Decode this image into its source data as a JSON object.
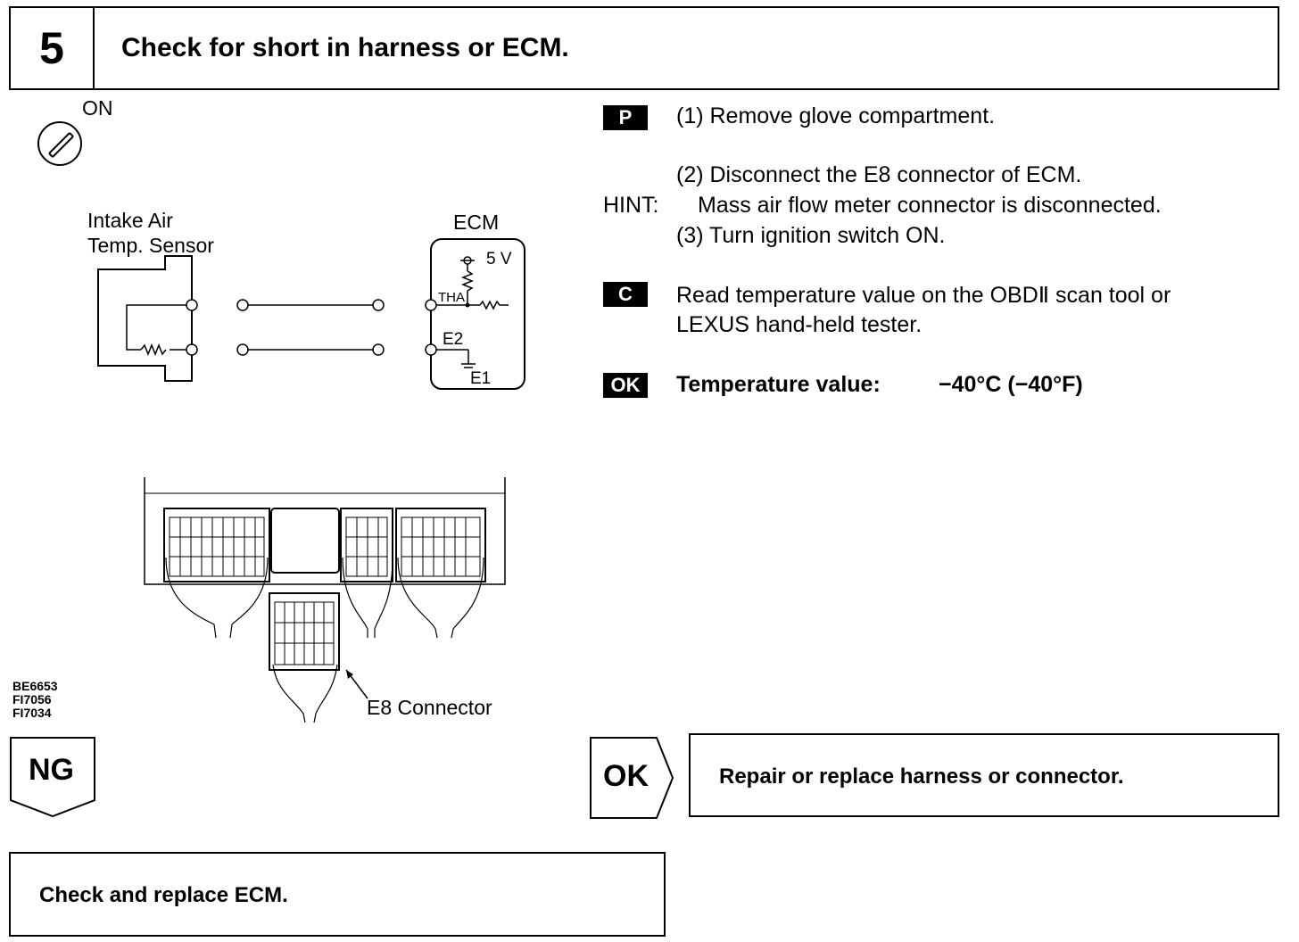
{
  "step": {
    "number": "5",
    "title": "Check for short in harness or ECM."
  },
  "ignition": {
    "label": "ON"
  },
  "diagram": {
    "sensor_label_1": "Intake Air",
    "sensor_label_2": "Temp. Sensor",
    "ecm_label": "ECM",
    "voltage": "5 V",
    "tha": "THA",
    "e2": "E2",
    "e1": "E1",
    "connector_label": "E8 Connector",
    "figure_codes": [
      "BE6653",
      "FI7056",
      "FI7034"
    ]
  },
  "procedure": {
    "p_badge": "P",
    "step1": "(1) Remove glove compartment.",
    "step2": "(2) Disconnect the E8 connector of ECM.",
    "hint_label": "HINT:",
    "hint_text": "Mass air flow meter connector is disconnected.",
    "step3": "(3) Turn ignition switch ON.",
    "c_badge": "C",
    "check_line1": "Read temperature value on the OBDⅡ scan tool or",
    "check_line2": "LEXUS hand-held tester.",
    "ok_badge": "OK",
    "ok_label": "Temperature value:",
    "ok_value": "−40°C (−40°F)"
  },
  "results": {
    "ng_label": "NG",
    "ok_label": "OK",
    "ok_action": "Repair or replace harness or connector.",
    "ng_action": "Check and replace ECM."
  }
}
